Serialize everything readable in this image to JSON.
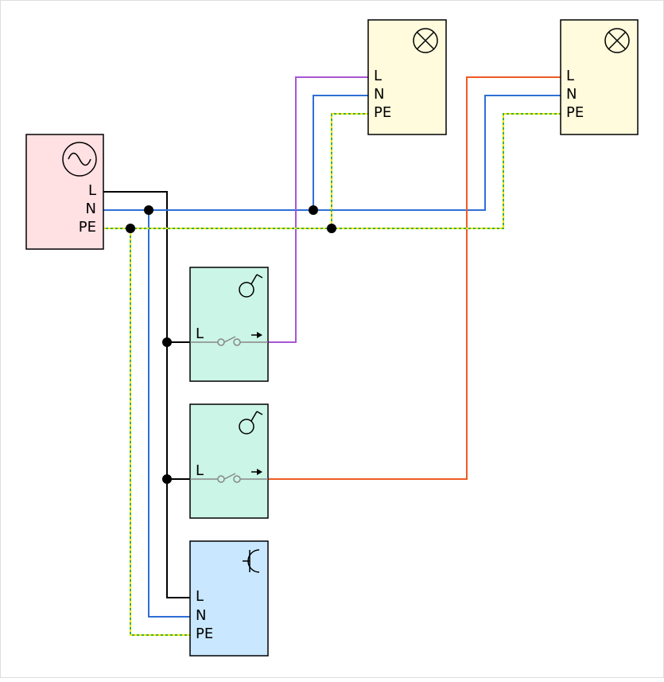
{
  "colors": {
    "line_L": "#000000",
    "line_N": "#2f6fd6",
    "line_PE_green": "#3cb043",
    "line_PE_yellow": "#f2e600",
    "lamp1_phase": "#a855d6",
    "lamp2_phase": "#ee5a24",
    "source_fill": "#ffe0e3",
    "lamp_fill": "#fffbdc",
    "switch_fill": "#cbf5e6",
    "socket_fill": "#c9e8ff",
    "switch_contact": "#888888"
  },
  "source": {
    "symbol": "ac-source-icon",
    "terminals": {
      "L": "L",
      "N": "N",
      "PE": "PE"
    }
  },
  "lamp_1": {
    "symbol": "lamp-icon",
    "terminals": {
      "L": "L",
      "N": "N",
      "PE": "PE"
    }
  },
  "lamp_2": {
    "symbol": "lamp-icon",
    "terminals": {
      "L": "L",
      "N": "N",
      "PE": "PE"
    }
  },
  "switch_1": {
    "symbol": "switch-icon",
    "terminals": {
      "L": "L"
    }
  },
  "switch_2": {
    "symbol": "switch-icon",
    "terminals": {
      "L": "L"
    }
  },
  "socket": {
    "symbol": "socket-icon",
    "terminals": {
      "L": "L",
      "N": "N",
      "PE": "PE"
    }
  }
}
